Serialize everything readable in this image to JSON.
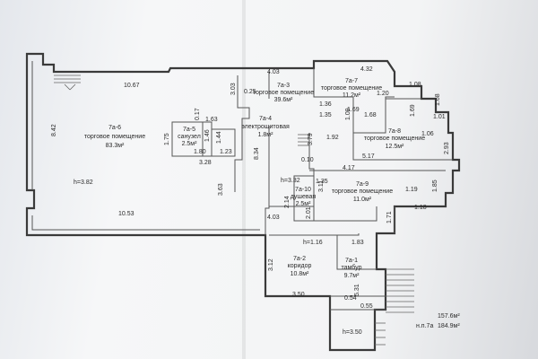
{
  "dimensions": {
    "top_left": "10.67",
    "top_mid": "4.03",
    "top_right": "4.32",
    "left": "8.42",
    "bottom_left": "10.53",
    "bottom_mid": "4.03",
    "mid_v1": "3.03",
    "mid_025": "0.25",
    "d_017": "0.17",
    "d_163": "1.63",
    "d_146": "1.46",
    "d_144": "1.44",
    "d_175": "1.75",
    "d_180": "1.80",
    "d_123": "1.23",
    "d_328": "3.28",
    "d_834": "8.34",
    "d_363": "3.63",
    "d_379": "3.79",
    "d_192": "1.92",
    "d_136": "1.36",
    "d_135a": "1.35",
    "d_109": "1.09",
    "d_169a": "1.69",
    "d_168a": "1.68",
    "d_120": "1.20",
    "d_108": "1.08",
    "d_168b": "1.68",
    "d_169b": "1.69",
    "d_101": "1.01",
    "d_106": "1.06",
    "d_293": "2.93",
    "d_010": "0.10",
    "d_517": "5.17",
    "d_417": "4.17",
    "d_135b": "1.35",
    "d_311": "3.11",
    "d_119": "1.19",
    "d_185": "1.85",
    "d_214": "2.14",
    "d_201": "2.01",
    "d_118": "1.18",
    "d_171": "1.71",
    "d_116": "h=1.16",
    "d_183": "1.83",
    "d_312": "3.12",
    "d_350": "3.50",
    "d_054": "0.54",
    "d_531": "5.31",
    "d_055": "0.55"
  },
  "heights": {
    "h_main": "h=3.82",
    "h_mid": "h=3.32",
    "h_bottom": "h=3.50"
  },
  "rooms": [
    {
      "id": "7а-6",
      "name": "торговое помещение",
      "area": "83.3м²"
    },
    {
      "id": "7а-3",
      "name": "торговое помещение",
      "area": "39.6м²"
    },
    {
      "id": "7а-5",
      "name": "санузел",
      "area": "2.5м²"
    },
    {
      "id": "7а-4",
      "name": "электрощитовая",
      "area": "1.8м²"
    },
    {
      "id": "7а-7",
      "name": "торговое помещение",
      "area": "11.2м²"
    },
    {
      "id": "7а-8",
      "name": "торговое помещение",
      "area": "12.5м²"
    },
    {
      "id": "7а-10",
      "name": "душевая",
      "area": "2.5м²"
    },
    {
      "id": "7а-9",
      "name": "торговое помещение",
      "area": "11.0м²"
    },
    {
      "id": "7а-2",
      "name": "коридор",
      "area": "10.8м²"
    },
    {
      "id": "7а-1",
      "name": "тамбур",
      "area": "9.7м²"
    }
  ],
  "totals": {
    "label": "н.п.7а",
    "area1": "157.6м²",
    "area2": "184.9м²"
  }
}
